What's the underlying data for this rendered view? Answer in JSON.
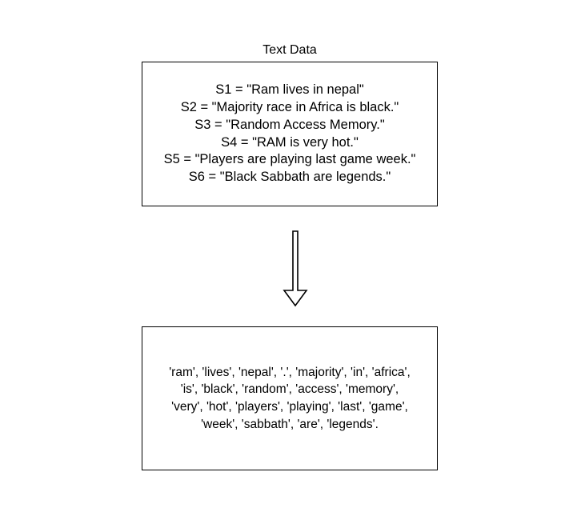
{
  "diagram": {
    "input_title": "Text Data",
    "input_lines": [
      "S1 = \"Ram lives in nepal\"",
      "S2 = \"Majority race in Africa is black.\"",
      "S3 = \"Random Access Memory.\"",
      "S4 = \"RAM is very hot.\"",
      "S5 = \"Players are playing last game week.\"",
      "S6 = \"Black Sabbath are legends.\""
    ],
    "output_lines": [
      "'ram', 'lives', 'nepal', '.', 'majority', 'in', 'africa',",
      "'is', 'black', 'random', 'access', 'memory',",
      "'very', 'hot', 'players', 'playing', 'last', 'game',",
      "'week', 'sabbath', 'are', 'legends'."
    ]
  }
}
